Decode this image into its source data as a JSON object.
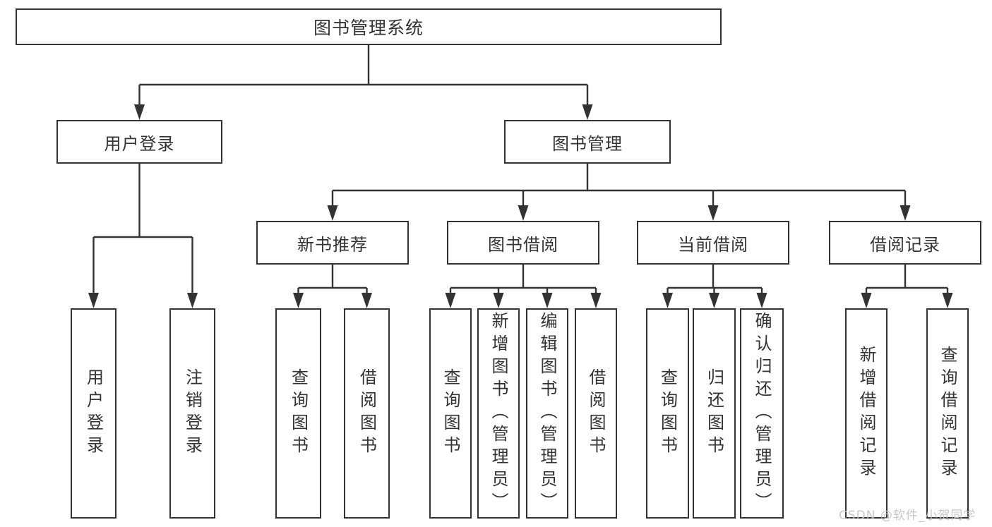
{
  "colors": {
    "line": "#333333",
    "text": "#333333",
    "box_bg": "#ffffff",
    "background": "#ffffff",
    "watermark": "#c3c3c3"
  },
  "nodes": {
    "root": {
      "label": "图书管理系统"
    },
    "user_login": {
      "label": "用户登录"
    },
    "book_mgmt": {
      "label": "图书管理"
    },
    "new_book_rec": {
      "label": "新书推荐"
    },
    "book_borrow": {
      "label": "图书借阅"
    },
    "current_borrow": {
      "label": "当前借阅"
    },
    "borrow_records": {
      "label": "借阅记录"
    },
    "leaf_user_login": {
      "label": "用户登录"
    },
    "leaf_logout": {
      "label": "注销登录"
    },
    "leaf_rec_query": {
      "label": "查询图书"
    },
    "leaf_rec_borrow": {
      "label": "借阅图书"
    },
    "leaf_bb_query": {
      "label": "查询图书"
    },
    "leaf_bb_add": {
      "label": "新增图书（管理员）"
    },
    "leaf_bb_edit": {
      "label": "编辑图书（管理员）"
    },
    "leaf_bb_borrow": {
      "label": "借阅图书"
    },
    "leaf_cb_query": {
      "label": "查询图书"
    },
    "leaf_cb_return": {
      "label": "归还图书"
    },
    "leaf_cb_confirm": {
      "label": "确认归还（管理员）"
    },
    "leaf_br_add": {
      "label": "新增借阅记录"
    },
    "leaf_br_query": {
      "label": "查询借阅记录"
    }
  },
  "watermark": {
    "text": "CSDN @软件_小贺同学"
  }
}
